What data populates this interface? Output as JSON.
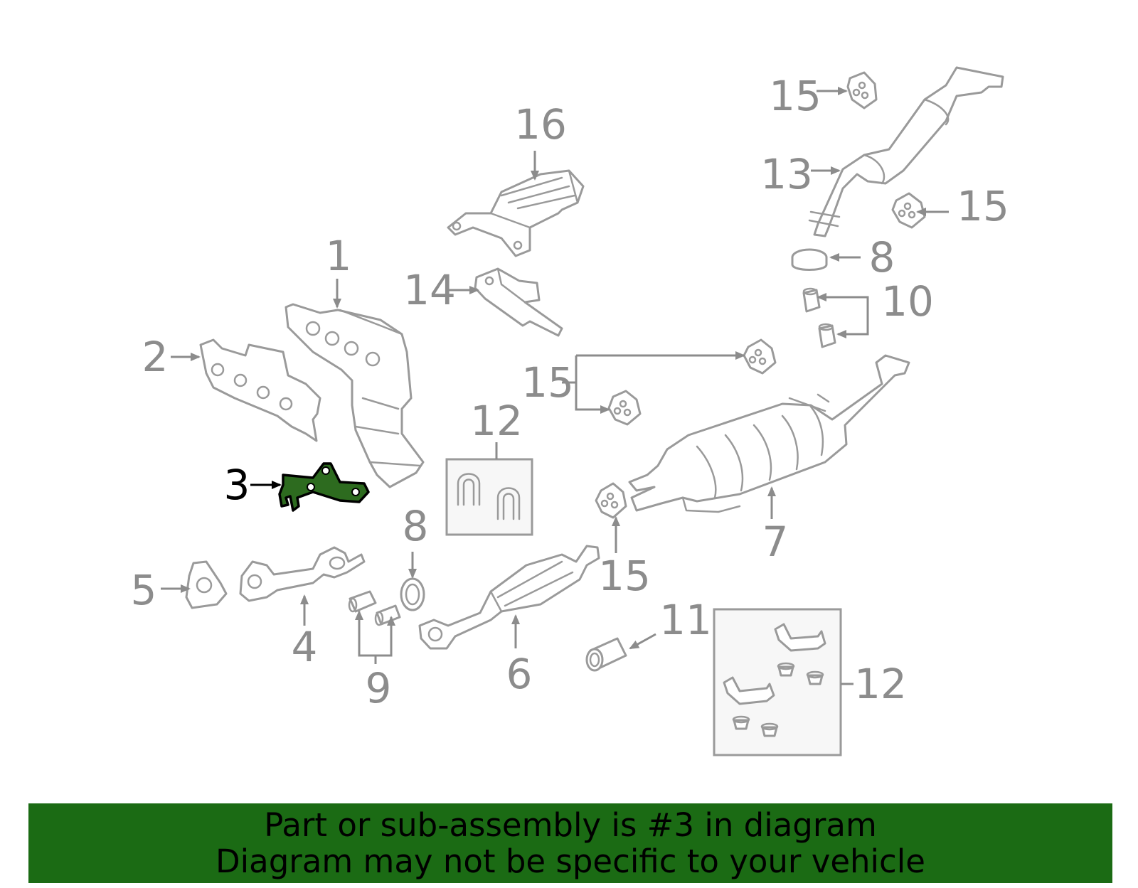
{
  "callouts": {
    "c1": "1",
    "c2": "2",
    "c3": "3",
    "c4": "4",
    "c5": "5",
    "c6": "6",
    "c7": "7",
    "c8a": "8",
    "c8b": "8",
    "c9": "9",
    "c10": "10",
    "c11": "11",
    "c12a": "12",
    "c12b": "12",
    "c13": "13",
    "c14": "14",
    "c15a": "15",
    "c15b": "15",
    "c15c": "15",
    "c15d": "15",
    "c16": "16"
  },
  "highlighted_part": "3",
  "banner": {
    "line1": "Part or sub-assembly is #3 in diagram",
    "line2": "Diagram may not be specific to your vehicle"
  },
  "colors": {
    "highlight_fill": "#2d6b1f",
    "banner_bg": "#1b6b14",
    "line_art": "#9a9a9a"
  }
}
